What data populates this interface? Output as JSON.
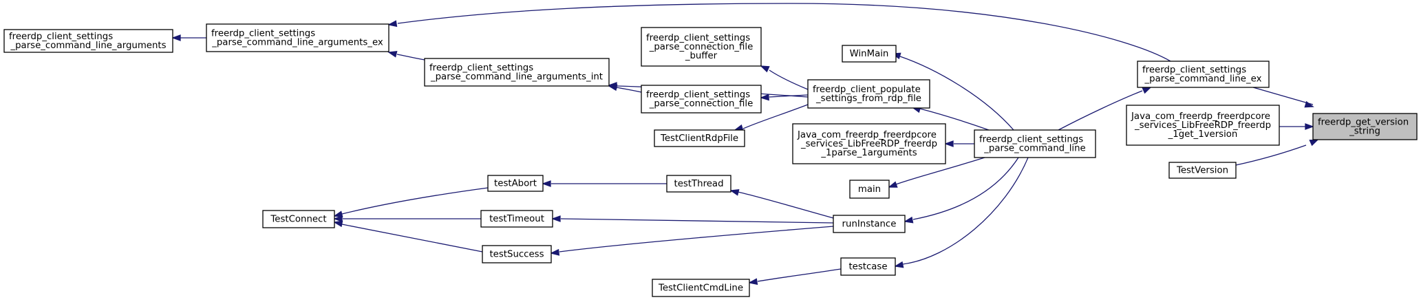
{
  "diagram": {
    "type": "call-graph",
    "colors": {
      "edge": "#191970",
      "node_border": "#000000",
      "node_fill": "#ffffff",
      "highlight_fill": "#bfbfbf"
    },
    "nodes": [
      {
        "id": "get_version",
        "lines": [
          "freerdp_get_version",
          "_string"
        ],
        "highlight": true
      },
      {
        "id": "parse_cmdline_ex",
        "lines": [
          "freerdp_client_settings",
          "_parse_command_line_ex"
        ]
      },
      {
        "id": "java_get_version",
        "lines": [
          "Java_com_freerdp_freerdpcore",
          "_services_LibFreeRDP_freerdp",
          "_1get_1version"
        ]
      },
      {
        "id": "test_version",
        "lines": [
          "TestVersion"
        ]
      },
      {
        "id": "parse_cmdline_args_ex",
        "lines": [
          "freerdp_client_settings",
          "_parse_command_line_arguments_ex"
        ]
      },
      {
        "id": "parse_cmdline",
        "lines": [
          "freerdp_client_settings",
          "_parse_command_line"
        ]
      },
      {
        "id": "parse_cmdline_args",
        "lines": [
          "freerdp_client_settings",
          "_parse_command_line_arguments"
        ]
      },
      {
        "id": "parse_cmdline_args_int",
        "lines": [
          "freerdp_client_settings",
          "_parse_command_line_arguments_int"
        ]
      },
      {
        "id": "populate_settings",
        "lines": [
          "freerdp_client_populate",
          "_settings_from_rdp_file"
        ]
      },
      {
        "id": "java_parse_args",
        "lines": [
          "Java_com_freerdp_freerdpcore",
          "_services_LibFreeRDP_freerdp",
          "_1parse_1arguments"
        ]
      },
      {
        "id": "main",
        "lines": [
          "main"
        ]
      },
      {
        "id": "run_instance",
        "lines": [
          "runInstance"
        ]
      },
      {
        "id": "testcase",
        "lines": [
          "testcase"
        ]
      },
      {
        "id": "winmain",
        "lines": [
          "WinMain"
        ]
      },
      {
        "id": "parse_conn_file_buffer",
        "lines": [
          "freerdp_client_settings",
          "_parse_connection_file",
          "_buffer"
        ]
      },
      {
        "id": "parse_conn_file",
        "lines": [
          "freerdp_client_settings",
          "_parse_connection_file"
        ]
      },
      {
        "id": "test_client_rdp_file",
        "lines": [
          "TestClientRdpFile"
        ]
      },
      {
        "id": "test_thread",
        "lines": [
          "testThread"
        ]
      },
      {
        "id": "test_abort",
        "lines": [
          "testAbort"
        ]
      },
      {
        "id": "test_timeout",
        "lines": [
          "testTimeout"
        ]
      },
      {
        "id": "test_success",
        "lines": [
          "testSuccess"
        ]
      },
      {
        "id": "test_connect",
        "lines": [
          "TestConnect"
        ]
      },
      {
        "id": "test_client_cmdline",
        "lines": [
          "TestClientCmdLine"
        ]
      }
    ],
    "edges": [
      {
        "from": "parse_cmdline_ex",
        "to": "get_version"
      },
      {
        "from": "java_get_version",
        "to": "get_version"
      },
      {
        "from": "test_version",
        "to": "get_version"
      },
      {
        "from": "parse_cmdline",
        "to": "parse_cmdline_ex"
      },
      {
        "from": "parse_cmdline_ex",
        "to": "parse_cmdline_args_ex"
      },
      {
        "from": "parse_cmdline_args_ex",
        "to": "parse_cmdline_args"
      },
      {
        "from": "parse_cmdline_args_int",
        "to": "parse_cmdline_args_ex"
      },
      {
        "from": "populate_settings",
        "to": "parse_cmdline_args_int"
      },
      {
        "from": "parse_conn_file",
        "to": "parse_cmdline_args_int"
      },
      {
        "from": "populate_settings",
        "to": "parse_conn_file_buffer"
      },
      {
        "from": "populate_settings",
        "to": "parse_conn_file"
      },
      {
        "from": "populate_settings",
        "to": "test_client_rdp_file"
      },
      {
        "from": "parse_cmdline",
        "to": "populate_settings"
      },
      {
        "from": "parse_cmdline",
        "to": "winmain"
      },
      {
        "from": "parse_cmdline",
        "to": "java_parse_args"
      },
      {
        "from": "parse_cmdline",
        "to": "main"
      },
      {
        "from": "parse_cmdline",
        "to": "run_instance"
      },
      {
        "from": "parse_cmdline",
        "to": "testcase"
      },
      {
        "from": "testcase",
        "to": "test_client_cmdline"
      },
      {
        "from": "run_instance",
        "to": "test_thread"
      },
      {
        "from": "run_instance",
        "to": "test_timeout"
      },
      {
        "from": "run_instance",
        "to": "test_success"
      },
      {
        "from": "test_thread",
        "to": "test_abort"
      },
      {
        "from": "test_abort",
        "to": "test_connect"
      },
      {
        "from": "test_timeout",
        "to": "test_connect"
      },
      {
        "from": "test_success",
        "to": "test_connect"
      }
    ]
  }
}
